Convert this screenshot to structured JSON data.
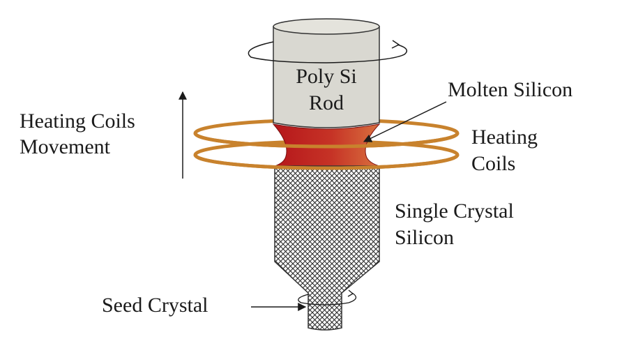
{
  "labels": {
    "poly_si_rod_line1": "Poly Si",
    "poly_si_rod_line2": "Rod",
    "molten_silicon": "Molten Silicon",
    "heating_coils_line1": "Heating",
    "heating_coils_line2": "Coils",
    "heating_coils_movement_line1": "Heating Coils",
    "heating_coils_movement_line2": "Movement",
    "single_crystal_line1": "Single Crystal",
    "single_crystal_line2": "Silicon",
    "seed_crystal": "Seed Crystal"
  },
  "colors": {
    "rod_fill": "#d9d8d1",
    "molten_dark": "#b5161b",
    "molten_mid": "#c83d2c",
    "molten_light": "#d86a3c",
    "coil": "#c8822d",
    "crystal_hatch": "#2b2b2b",
    "outline": "#333333"
  }
}
